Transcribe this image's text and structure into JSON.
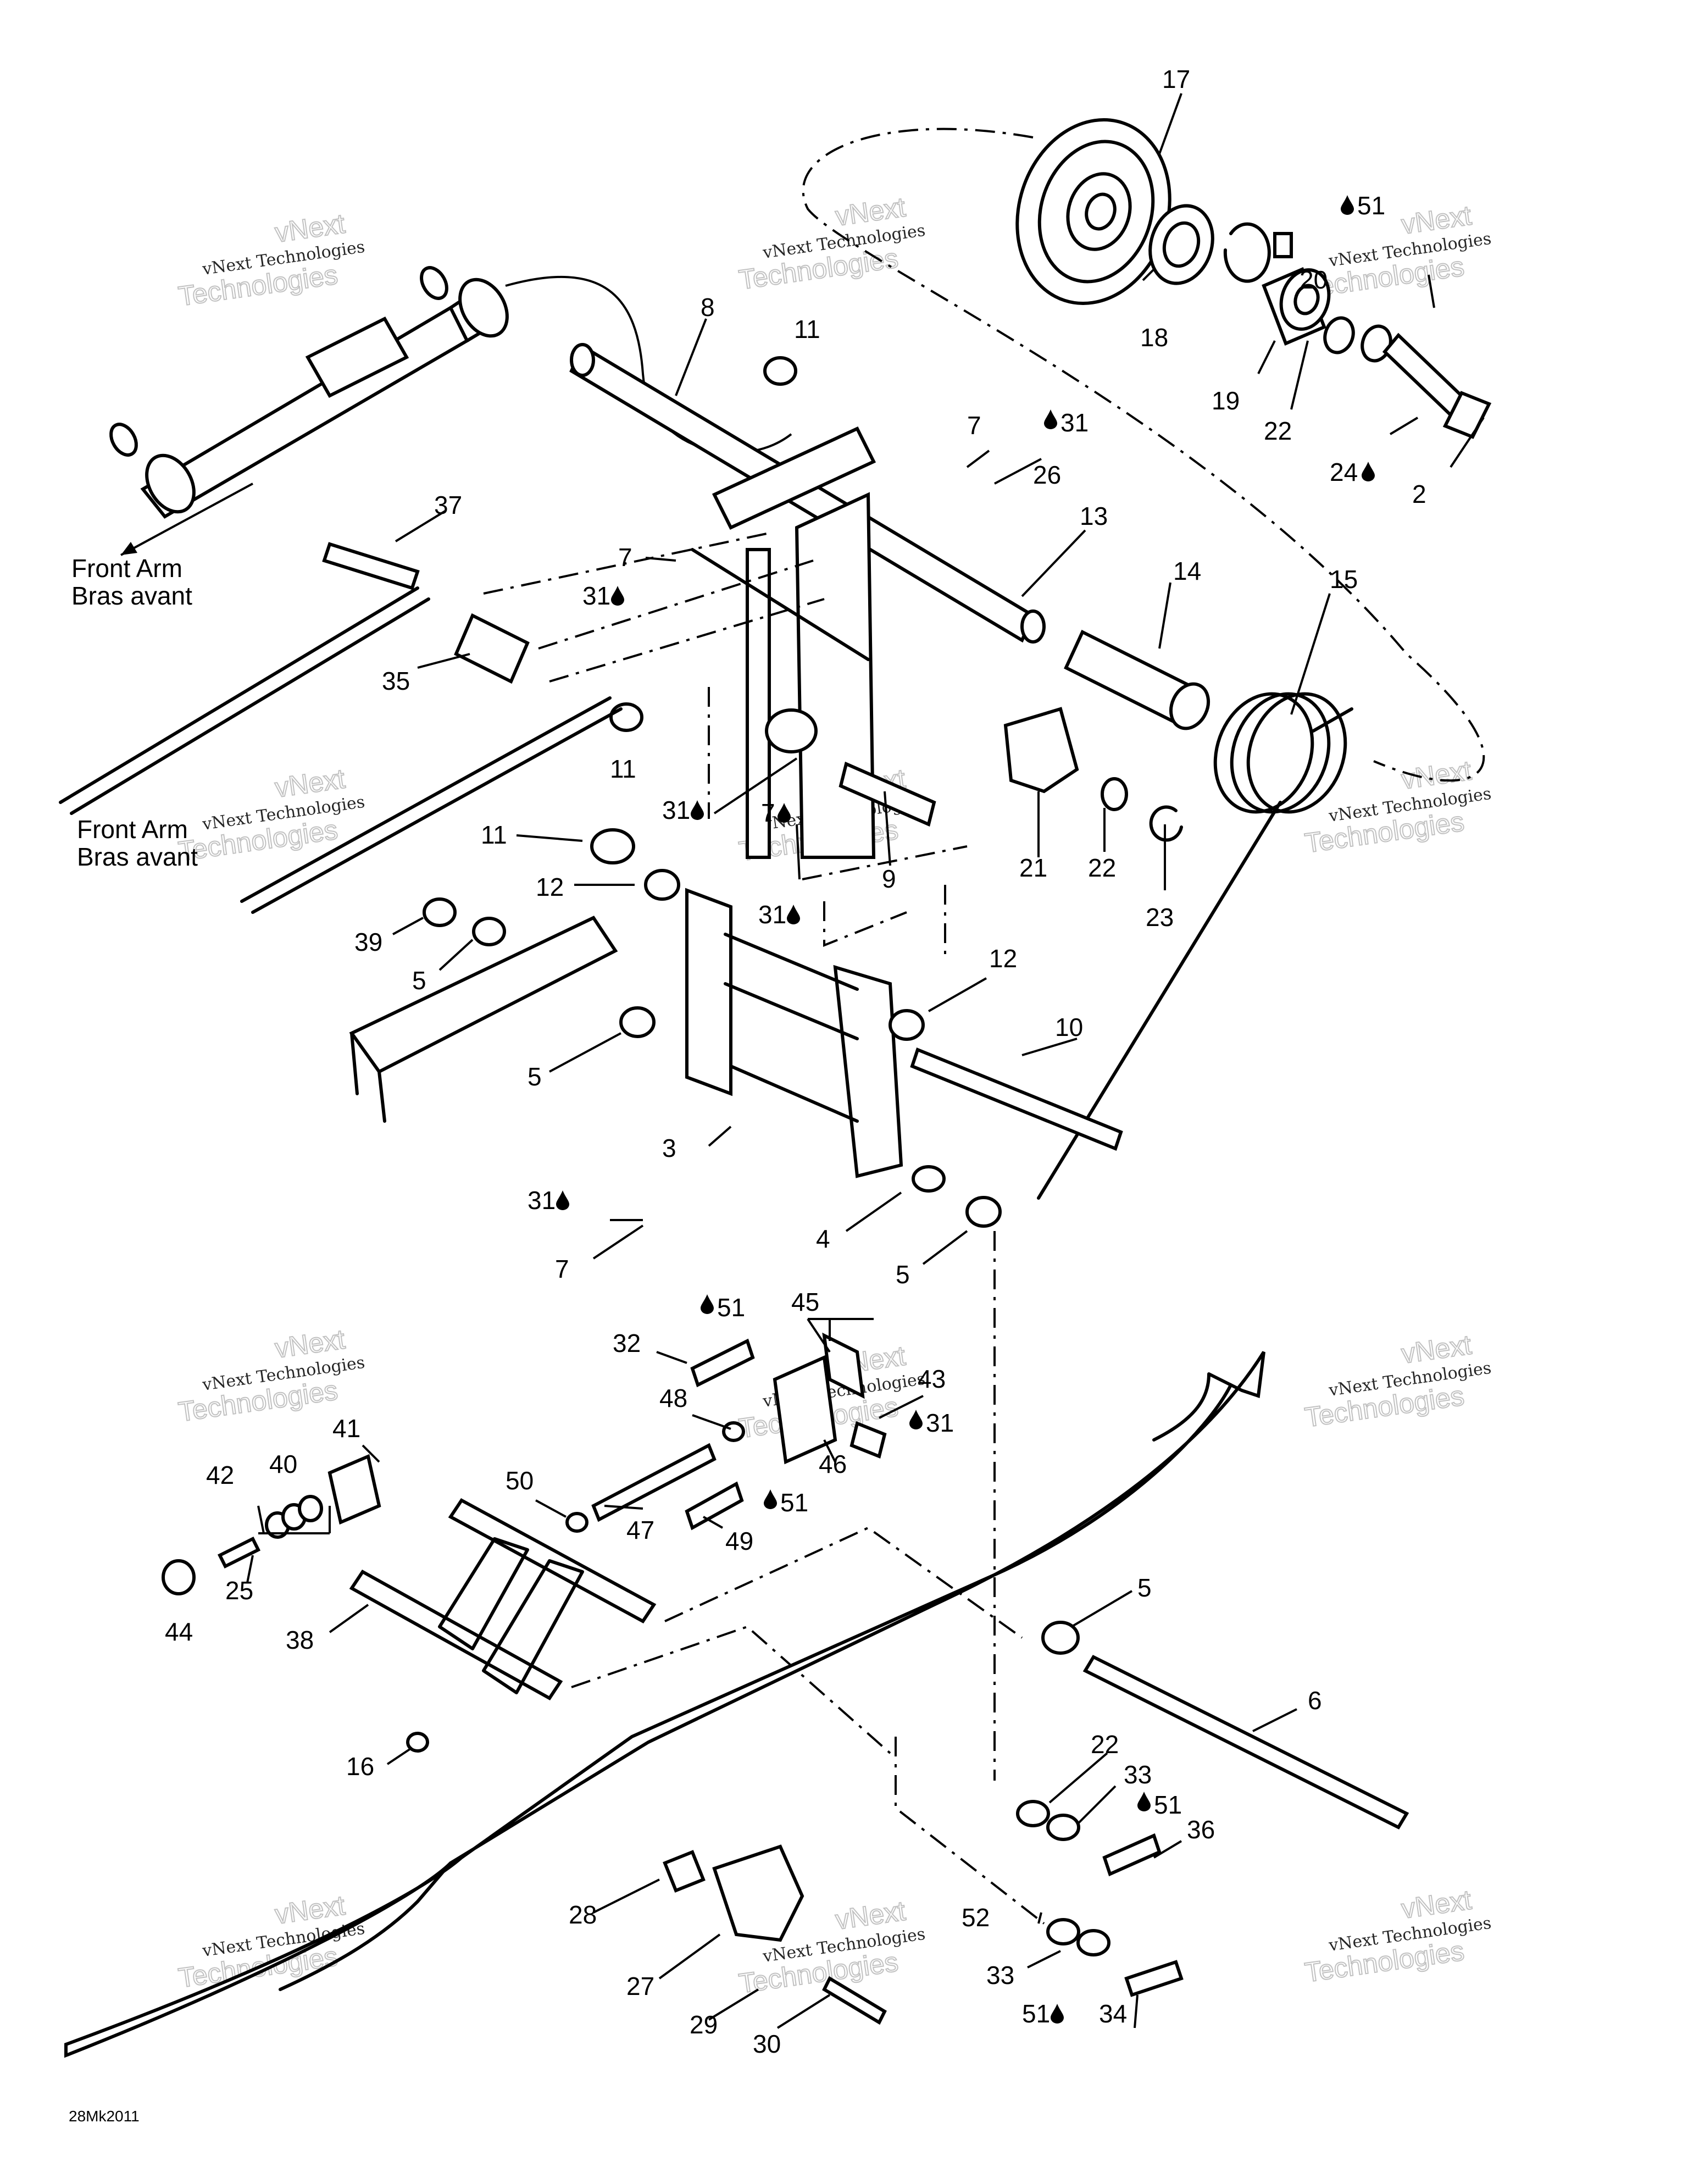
{
  "diagram_code": "28Mk2011",
  "notes": {
    "front_arm_upper": [
      "Front Arm",
      "Bras avant"
    ],
    "front_arm_lower": [
      "Front Arm",
      "Bras avant"
    ]
  },
  "watermark": {
    "line1": "vNext Technologies",
    "line2": "vNext",
    "line3": "Technologies"
  },
  "icons": {
    "lubricant": "drop-icon"
  },
  "callouts": [
    {
      "id": "c17",
      "text": "17"
    },
    {
      "id": "c51a",
      "text": "51"
    },
    {
      "id": "c20",
      "text": "20"
    },
    {
      "id": "c18",
      "text": "18"
    },
    {
      "id": "c19",
      "text": "19"
    },
    {
      "id": "c22a",
      "text": "22"
    },
    {
      "id": "c24",
      "text": "24"
    },
    {
      "id": "c2",
      "text": "2"
    },
    {
      "id": "c8",
      "text": "8"
    },
    {
      "id": "c11a",
      "text": "11"
    },
    {
      "id": "c7a",
      "text": "7"
    },
    {
      "id": "c31a",
      "text": "31"
    },
    {
      "id": "c26",
      "text": "26"
    },
    {
      "id": "c13",
      "text": "13"
    },
    {
      "id": "c14",
      "text": "14"
    },
    {
      "id": "c15",
      "text": "15"
    },
    {
      "id": "c37",
      "text": "37"
    },
    {
      "id": "c7b",
      "text": "7"
    },
    {
      "id": "c31b",
      "text": "31"
    },
    {
      "id": "c35",
      "text": "35"
    },
    {
      "id": "c11b",
      "text": "11"
    },
    {
      "id": "c31c",
      "text": "31"
    },
    {
      "id": "c7c",
      "text": "7"
    },
    {
      "id": "c9",
      "text": "9"
    },
    {
      "id": "c21",
      "text": "21"
    },
    {
      "id": "c22b",
      "text": "22"
    },
    {
      "id": "c23",
      "text": "23"
    },
    {
      "id": "c11c",
      "text": "11"
    },
    {
      "id": "c12a",
      "text": "12"
    },
    {
      "id": "c31d",
      "text": "31"
    },
    {
      "id": "c39",
      "text": "39"
    },
    {
      "id": "c5a",
      "text": "5"
    },
    {
      "id": "c12b",
      "text": "12"
    },
    {
      "id": "c10",
      "text": "10"
    },
    {
      "id": "c5b",
      "text": "5"
    },
    {
      "id": "c3",
      "text": "3"
    },
    {
      "id": "c31e",
      "text": "31"
    },
    {
      "id": "c4",
      "text": "4"
    },
    {
      "id": "c7d",
      "text": "7"
    },
    {
      "id": "c5c",
      "text": "5"
    },
    {
      "id": "c45",
      "text": "45"
    },
    {
      "id": "c32",
      "text": "32"
    },
    {
      "id": "c51b",
      "text": "51"
    },
    {
      "id": "c43",
      "text": "43"
    },
    {
      "id": "c48",
      "text": "48"
    },
    {
      "id": "c31f",
      "text": "31"
    },
    {
      "id": "c46",
      "text": "46"
    },
    {
      "id": "c41",
      "text": "41"
    },
    {
      "id": "c42",
      "text": "42"
    },
    {
      "id": "c40",
      "text": "40"
    },
    {
      "id": "c50",
      "text": "50"
    },
    {
      "id": "c47",
      "text": "47"
    },
    {
      "id": "c51c",
      "text": "51"
    },
    {
      "id": "c49",
      "text": "49"
    },
    {
      "id": "c25",
      "text": "25"
    },
    {
      "id": "c44",
      "text": "44"
    },
    {
      "id": "c38",
      "text": "38"
    },
    {
      "id": "c5d",
      "text": "5"
    },
    {
      "id": "c6",
      "text": "6"
    },
    {
      "id": "c16",
      "text": "16"
    },
    {
      "id": "c22c",
      "text": "22"
    },
    {
      "id": "c33a",
      "text": "33"
    },
    {
      "id": "c51d",
      "text": "51"
    },
    {
      "id": "c36",
      "text": "36"
    },
    {
      "id": "c28",
      "text": "28"
    },
    {
      "id": "c27",
      "text": "27"
    },
    {
      "id": "c52",
      "text": "52"
    },
    {
      "id": "c33b",
      "text": "33"
    },
    {
      "id": "c29",
      "text": "29"
    },
    {
      "id": "c30",
      "text": "30"
    },
    {
      "id": "c51e",
      "text": "51"
    },
    {
      "id": "c34",
      "text": "34"
    }
  ]
}
